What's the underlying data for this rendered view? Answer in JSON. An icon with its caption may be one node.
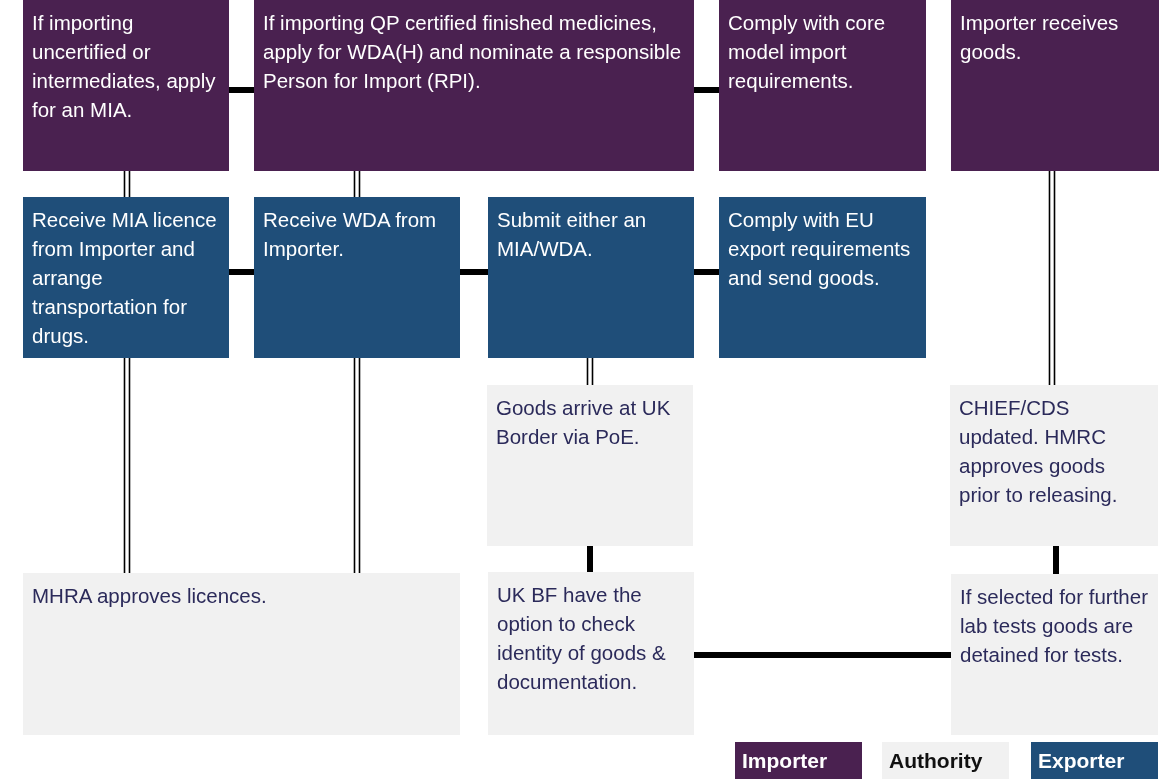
{
  "diagram": {
    "nodes": [
      {
        "text": [
          "If importing uncertified or intermediates, apply for an MIA."
        ]
      },
      {
        "text": [
          "If importing QP certified finished medicines, apply for WDA(H) and nominate a responsible Person for Import (RPI)."
        ]
      },
      {
        "text": [
          "Comply with core model import requirements."
        ]
      },
      {
        "text": [
          "Importer receives goods."
        ]
      },
      {
        "text": [
          "Receive MIA licence from Importer and arrange transportation for drugs."
        ]
      },
      {
        "text": [
          "Receive WDA from Importer."
        ]
      },
      {
        "text": [
          "Submit either an MIA/WDA."
        ]
      },
      {
        "text": [
          "Comply with EU export requirements and send goods."
        ]
      },
      {
        "text": [
          "Goods arrive at UK Border via PoE."
        ]
      },
      {
        "text": [
          "CHIEF/CDS updated. HMRC approves goods prior to releasing."
        ]
      },
      {
        "text": [
          "MHRA approves licences."
        ]
      },
      {
        "text": [
          "UK BF have the option to check identity of goods & documentation."
        ]
      },
      {
        "text": [
          "If selected for further lab tests goods are detained for tests."
        ]
      }
    ],
    "edges": [
      {
        "from": 0,
        "to": 1,
        "arrow": "none"
      },
      {
        "from": 1,
        "to": 2,
        "arrow": "none"
      },
      {
        "from": 0,
        "to": 4,
        "arrow": "none"
      },
      {
        "from": 1,
        "to": 5,
        "arrow": "none"
      },
      {
        "from": 3,
        "to": 9,
        "arrow": "none"
      },
      {
        "from": 4,
        "to": 5,
        "arrow": "none"
      },
      {
        "from": 5,
        "to": 6,
        "arrow": "none"
      },
      {
        "from": 6,
        "to": 7,
        "arrow": "none"
      },
      {
        "from": 4,
        "to": 10,
        "arrow": "none"
      },
      {
        "from": 5,
        "to": 10,
        "arrow": "none"
      },
      {
        "from": 6,
        "to": 8,
        "arrow": "none"
      },
      {
        "from": 8,
        "to": 11,
        "arrow": "none"
      },
      {
        "from": 9,
        "to": 12,
        "arrow": "none"
      },
      {
        "from": 11,
        "to": 12,
        "arrow": "none"
      }
    ],
    "legend": [
      {
        "text": "Importer",
        "color": "#4a2150"
      },
      {
        "text": "Authority",
        "color": "#f1f1f1"
      },
      {
        "text": "Exporter",
        "color": "#1f4e79"
      }
    ]
  }
}
